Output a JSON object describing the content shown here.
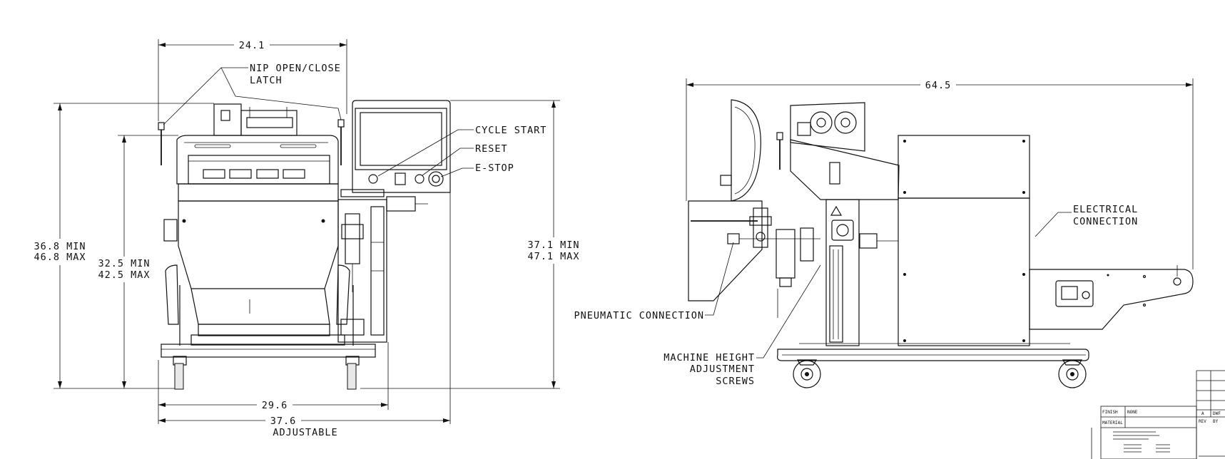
{
  "front_view": {
    "dim_top_width": "24.1",
    "nip_latch_line1": "NIP OPEN/CLOSE",
    "nip_latch_line2": "LATCH",
    "cycle_start": "CYCLE START",
    "reset": "RESET",
    "e_stop": "E-STOP",
    "dim_left_outer_min": "36.8 MIN",
    "dim_left_outer_max": "46.8 MAX",
    "dim_left_inner_min": "32.5 MIN",
    "dim_left_inner_max": "42.5 MAX",
    "dim_right_min": "37.1 MIN",
    "dim_right_max": "47.1 MAX",
    "dim_bottom_base": "29.6",
    "dim_bottom_overall": "37.6",
    "dim_bottom_overall_note": "ADJUSTABLE"
  },
  "side_view": {
    "dim_overall_length": "64.5",
    "electrical_line1": "ELECTRICAL",
    "electrical_line2": "CONNECTION",
    "pneumatic": "PNEUMATIC CONNECTION",
    "height_line1": "MACHINE HEIGHT",
    "height_line2": "ADJUSTMENT",
    "height_line3": "SCREWS"
  },
  "title_block": {
    "finish_label": "FINISH",
    "finish_value": "NONE",
    "material_label": "MATERIAL",
    "rev_label": "REV",
    "by_label": "BY",
    "rev_value": "A",
    "by_value": "DWF"
  }
}
